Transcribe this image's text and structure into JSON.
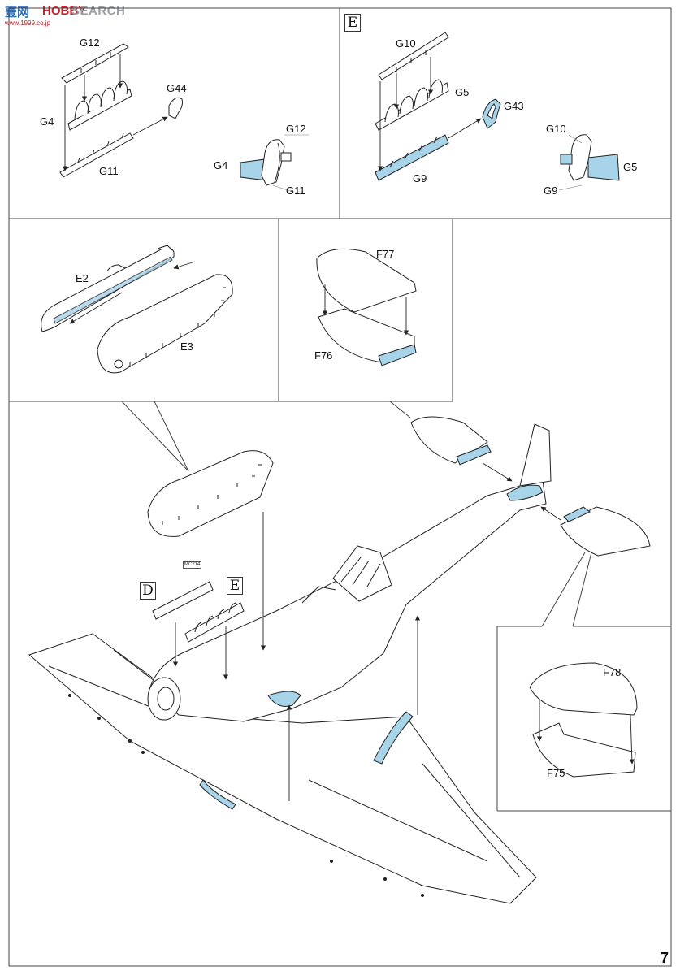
{
  "watermark": {
    "chinese": "壹网",
    "brand": "HOBBY",
    "search": "SEARCH",
    "url": "www.1999.co.jp"
  },
  "page_number": "7",
  "panel_top_left": {
    "parts": [
      "G12",
      "G44",
      "G4",
      "G11",
      "G12",
      "G4",
      "G11"
    ]
  },
  "panel_top_right": {
    "step_box": "E",
    "parts": [
      "G10",
      "G5",
      "G43",
      "G9",
      "G10",
      "G5",
      "G9"
    ]
  },
  "panel_mid_left": {
    "parts": [
      "E2",
      "E3"
    ]
  },
  "panel_mid_center": {
    "parts": [
      "F77",
      "F76"
    ]
  },
  "panel_bottom_right": {
    "parts": [
      "F78",
      "F75"
    ]
  },
  "main_assembly": {
    "box_d": "D",
    "box_e": "E",
    "tag": "MC214"
  },
  "colors": {
    "line": "#222222",
    "highlight": "#a8d4ea",
    "frame": "#444444"
  }
}
